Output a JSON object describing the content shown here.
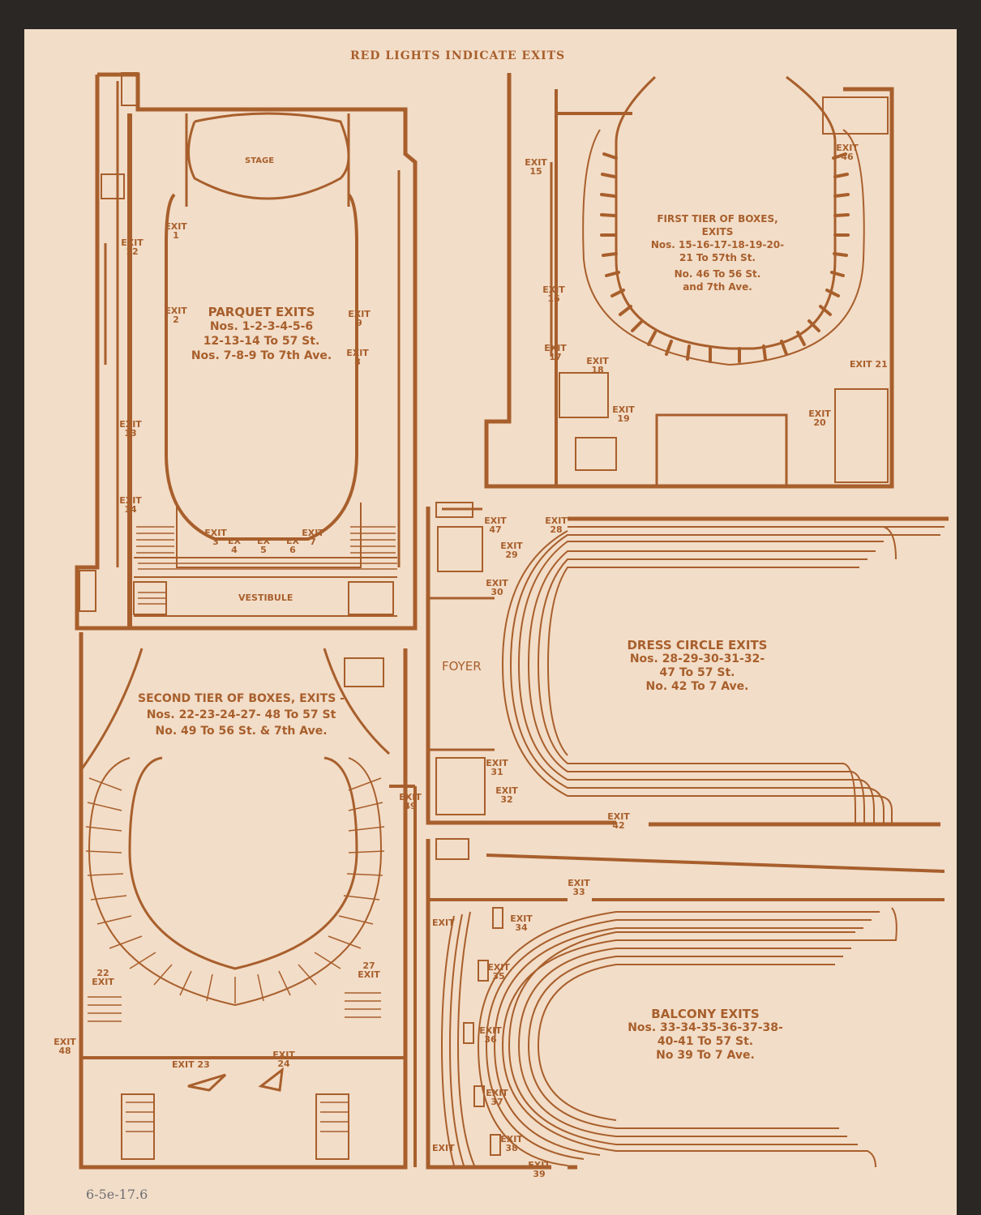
{
  "header": {
    "title": "RED LIGHTS INDICATE EXITS"
  },
  "footer": {
    "handwritten_note": "6-5e-17.6"
  },
  "colors": {
    "ink": "#a85f2c",
    "paper": "#f2ddc8",
    "background": "#2b2724"
  },
  "parquet": {
    "stage": "STAGE",
    "vestibule": "VESTIBULE",
    "title": "PARQUET EXITS",
    "line1": "Nos. 1-2-3-4-5-6",
    "line2": "12-13-14 To 57 St.",
    "line3": "Nos. 7-8-9 To 7th Ave.",
    "exits": {
      "e1": "EXIT 1",
      "e2": "EXIT 2",
      "e3": "EXIT 3",
      "e4": "EX 4",
      "e5": "EX 5",
      "e6": "EX 6",
      "e7": "EXIT 7",
      "e8": "EXIT 8",
      "e9": "EXIT 9",
      "e12": "EXIT 12",
      "e13": "EXIT 13",
      "e14": "EXIT 14"
    }
  },
  "first_tier": {
    "title": "FIRST TIER OF BOXES, EXITS",
    "line1": "Nos. 15-16-17-18-19-20-",
    "line2": "21 To 57th St.",
    "line3": "No. 46 To 56 St.",
    "line4": "and 7th Ave.",
    "exits": {
      "e15": "EXIT 15",
      "e16": "EXIT 16",
      "e17": "EXIT 17",
      "e18": "EXIT 18",
      "e19": "EXIT 19",
      "e20": "EXIT 20",
      "e21": "EXIT 21",
      "e46": "EXIT 46"
    }
  },
  "dress_circle": {
    "foyer": "FOYER",
    "title": "DRESS CIRCLE EXITS",
    "line1": "Nos. 28-29-30-31-32-",
    "line2": "47 To 57 St.",
    "line3": "No. 42 To 7 Ave.",
    "exits": {
      "e28": "EXIT 28",
      "e29": "EXIT 29",
      "e30": "EXIT 30",
      "e31": "EXIT 31",
      "e32": "EXIT 32",
      "e42": "EXIT 42",
      "e47": "EXIT 47"
    }
  },
  "second_tier": {
    "title": "SECOND TIER OF BOXES, EXITS -",
    "line1": "Nos. 22-23-24-27- 48 To 57 St",
    "line2": "No. 49 To 56 St. & 7th Ave.",
    "exits": {
      "e22": "22 EXIT",
      "e23": "EXIT 23",
      "e24": "EXIT 24",
      "e27": "27 EXIT",
      "e48": "EXIT 48",
      "e49": "EXIT 49"
    }
  },
  "balcony": {
    "title": "BALCONY EXITS",
    "line1": "Nos. 33-34-35-36-37-38-",
    "line2": "40-41 To 57 St.",
    "line3": "No 39 To 7 Ave.",
    "exits": {
      "e33": "EXIT 33",
      "e34": "EXIT 34",
      "e35": "EXIT 35",
      "e36": "EXIT 36",
      "e37": "EXIT 37",
      "e38": "EXIT 38",
      "e39": "EXIT 39",
      "e40": "EXIT",
      "e41": "EXIT"
    }
  }
}
